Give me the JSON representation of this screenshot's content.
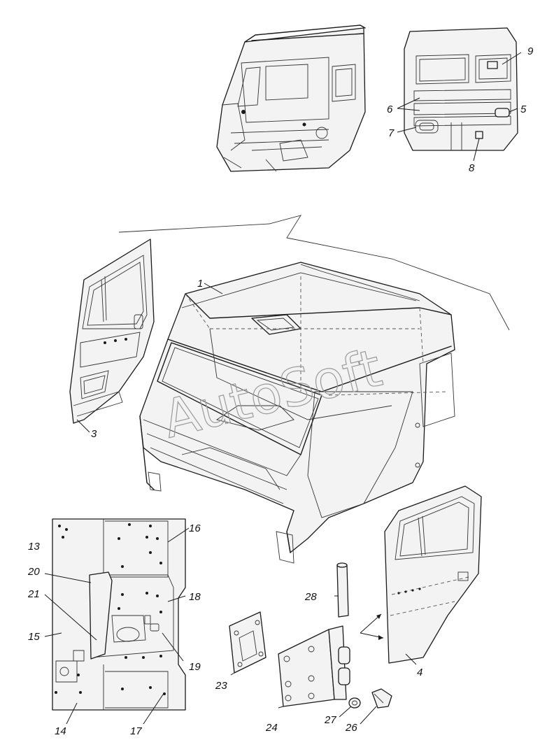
{
  "watermark": "AutoSoft",
  "callouts": {
    "c1": "1",
    "c3": "3",
    "c4": "4",
    "c5": "5",
    "c6": "6",
    "c7": "7",
    "c8": "8",
    "c9": "9",
    "c13": "13",
    "c14": "14",
    "c15": "15",
    "c16": "16",
    "c17": "17",
    "c18": "18",
    "c19": "19",
    "c20": "20",
    "c21": "21",
    "c23": "23",
    "c24": "24",
    "c26": "26",
    "c27": "27",
    "c28": "28"
  }
}
